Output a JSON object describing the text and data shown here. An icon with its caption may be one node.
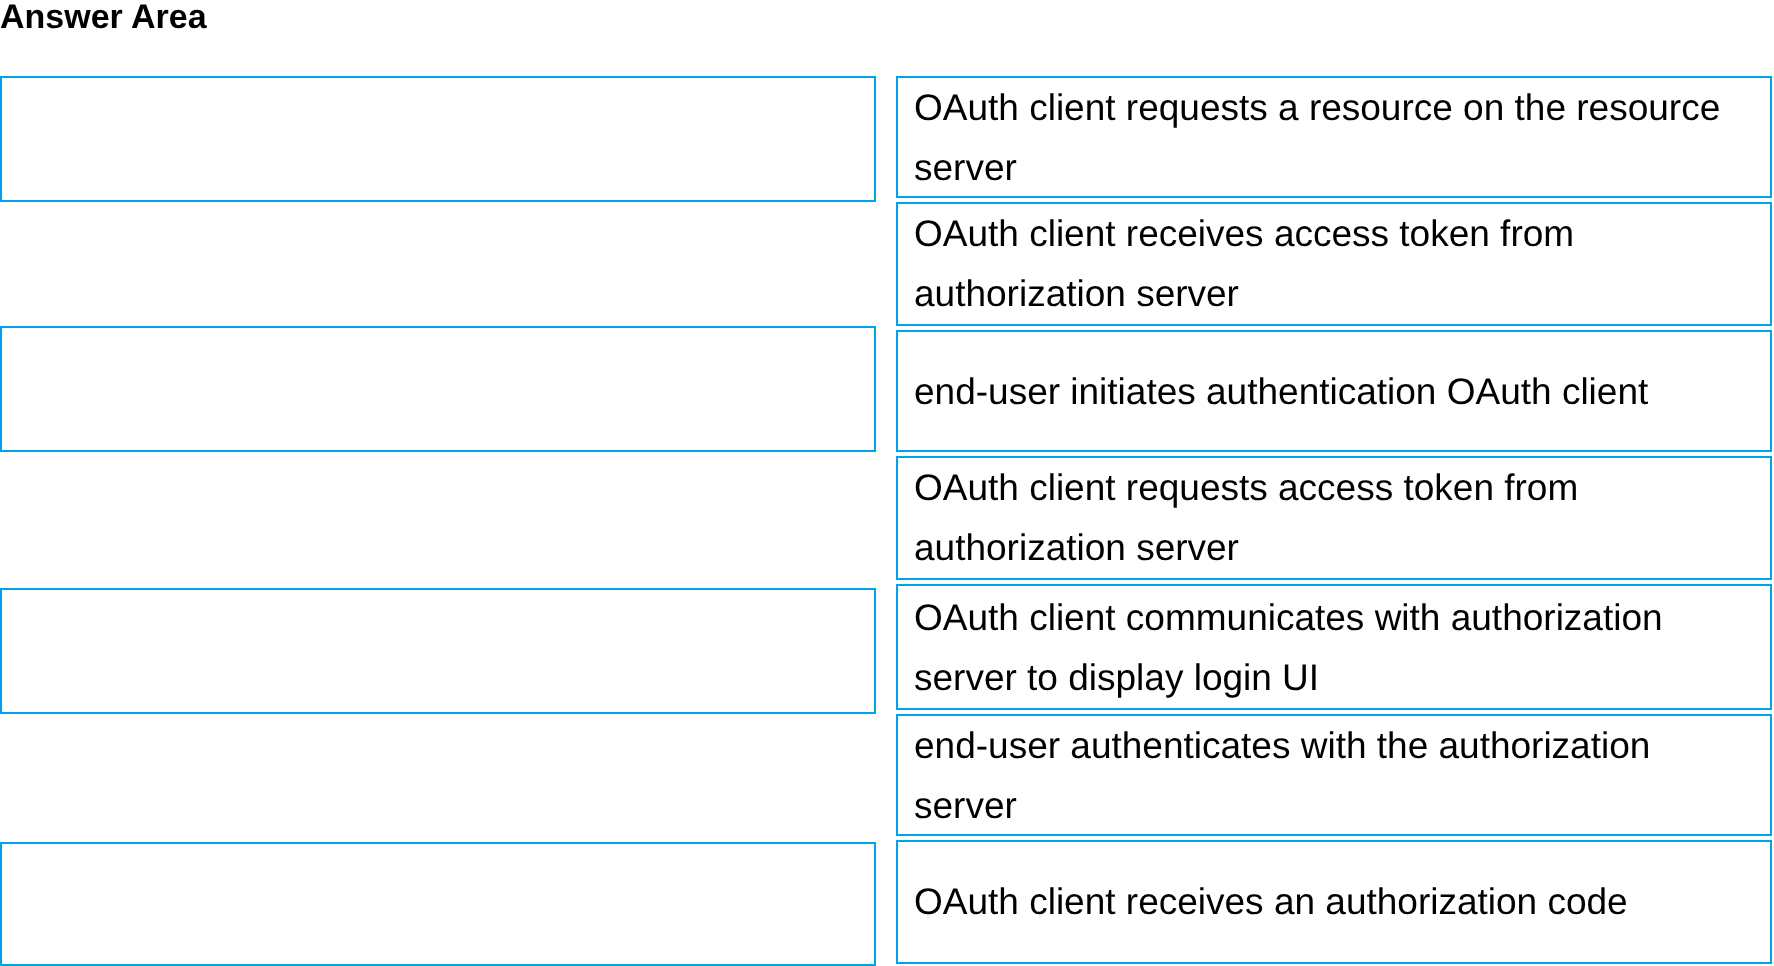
{
  "diagram": {
    "title": "Answer Area",
    "nodes": [
      {
        "text": [],
        "shape": "box"
      },
      {
        "text": [
          "OAuth client requests a resource on the resource server"
        ]
      },
      {
        "text": [
          "OAuth client receives access token from authorization server"
        ]
      },
      {
        "text": [],
        "shape": "box"
      },
      {
        "text": [
          "end-user initiates authentication OAuth client"
        ]
      },
      {
        "text": [
          "OAuth client requests access token from authorization server"
        ]
      },
      {
        "text": [],
        "shape": "box"
      },
      {
        "text": [
          "OAuth client communicates with authorization server to display login UI"
        ]
      },
      {
        "text": [
          "end-user authenticates with the authorization server"
        ]
      },
      {
        "text": [],
        "shape": "box"
      },
      {
        "text": [
          "OAuth client receives an authorization code"
        ]
      }
    ]
  }
}
